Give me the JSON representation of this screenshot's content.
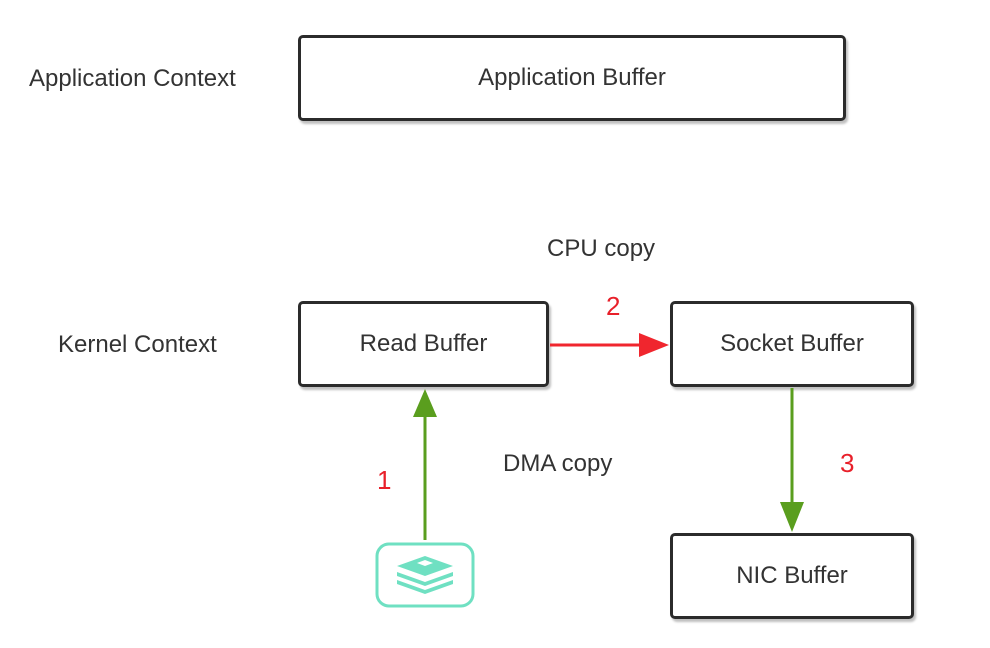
{
  "labels": {
    "application_context": "Application Context",
    "kernel_context": "Kernel Context"
  },
  "boxes": {
    "application_buffer": "Application Buffer",
    "read_buffer": "Read Buffer",
    "socket_buffer": "Socket Buffer",
    "nic_buffer": "NIC Buffer"
  },
  "notes": {
    "cpu_copy": "CPU copy",
    "dma_copy": "DMA copy"
  },
  "steps": {
    "step1": "1",
    "step2": "2",
    "step3": "3"
  },
  "icons": {
    "source": "storage-disk-icon"
  },
  "colors": {
    "green_arrow": "#5a9e1e",
    "red_arrow": "#f0262e",
    "step_number": "#e8202a",
    "disk_icon": "#6fe0c2"
  }
}
